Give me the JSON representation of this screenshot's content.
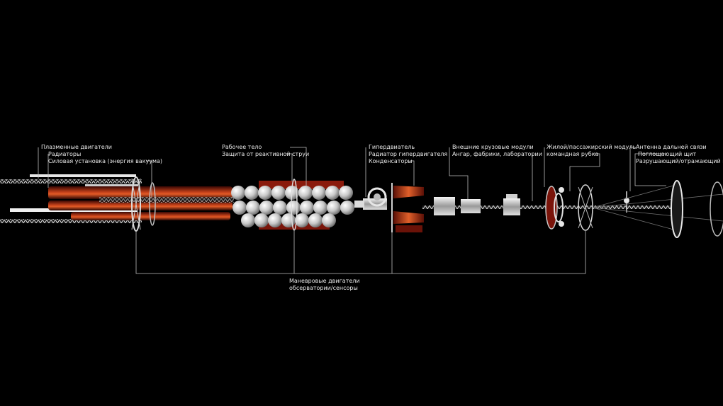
{
  "labels": {
    "propulsion": [
      "Плазменные двигатели",
      "Радиаторы",
      "Силовая установка (энергия вакуума)"
    ],
    "working_body": [
      "Рабочее тело",
      "Защита от реактивной струи"
    ],
    "hyperdrive": [
      "Гипердвиатель",
      "Радиатор гипердвигателя",
      "Конденсаторы"
    ],
    "cargo": [
      "Внешние крузовые модули",
      "Ангар, фабрики, лаборатории"
    ],
    "habitat": [
      "Жилой/пассажирский модуль",
      "командная рубка"
    ],
    "front": [
      "Антенна дальней связи",
      "Поглощающий щит",
      "Разрушающий/отражающий щит"
    ],
    "bottom": [
      "Маневровые двигатели",
      "обсерватории/сенсоры"
    ]
  },
  "colors": {
    "background": "#000000",
    "hull_red": "#8a1a0c",
    "hull_red_glow": "#d2451e",
    "tank_white": "#dcdcdc",
    "leader_line": "#bfbfbf",
    "label_text": "#e8e8e8"
  }
}
